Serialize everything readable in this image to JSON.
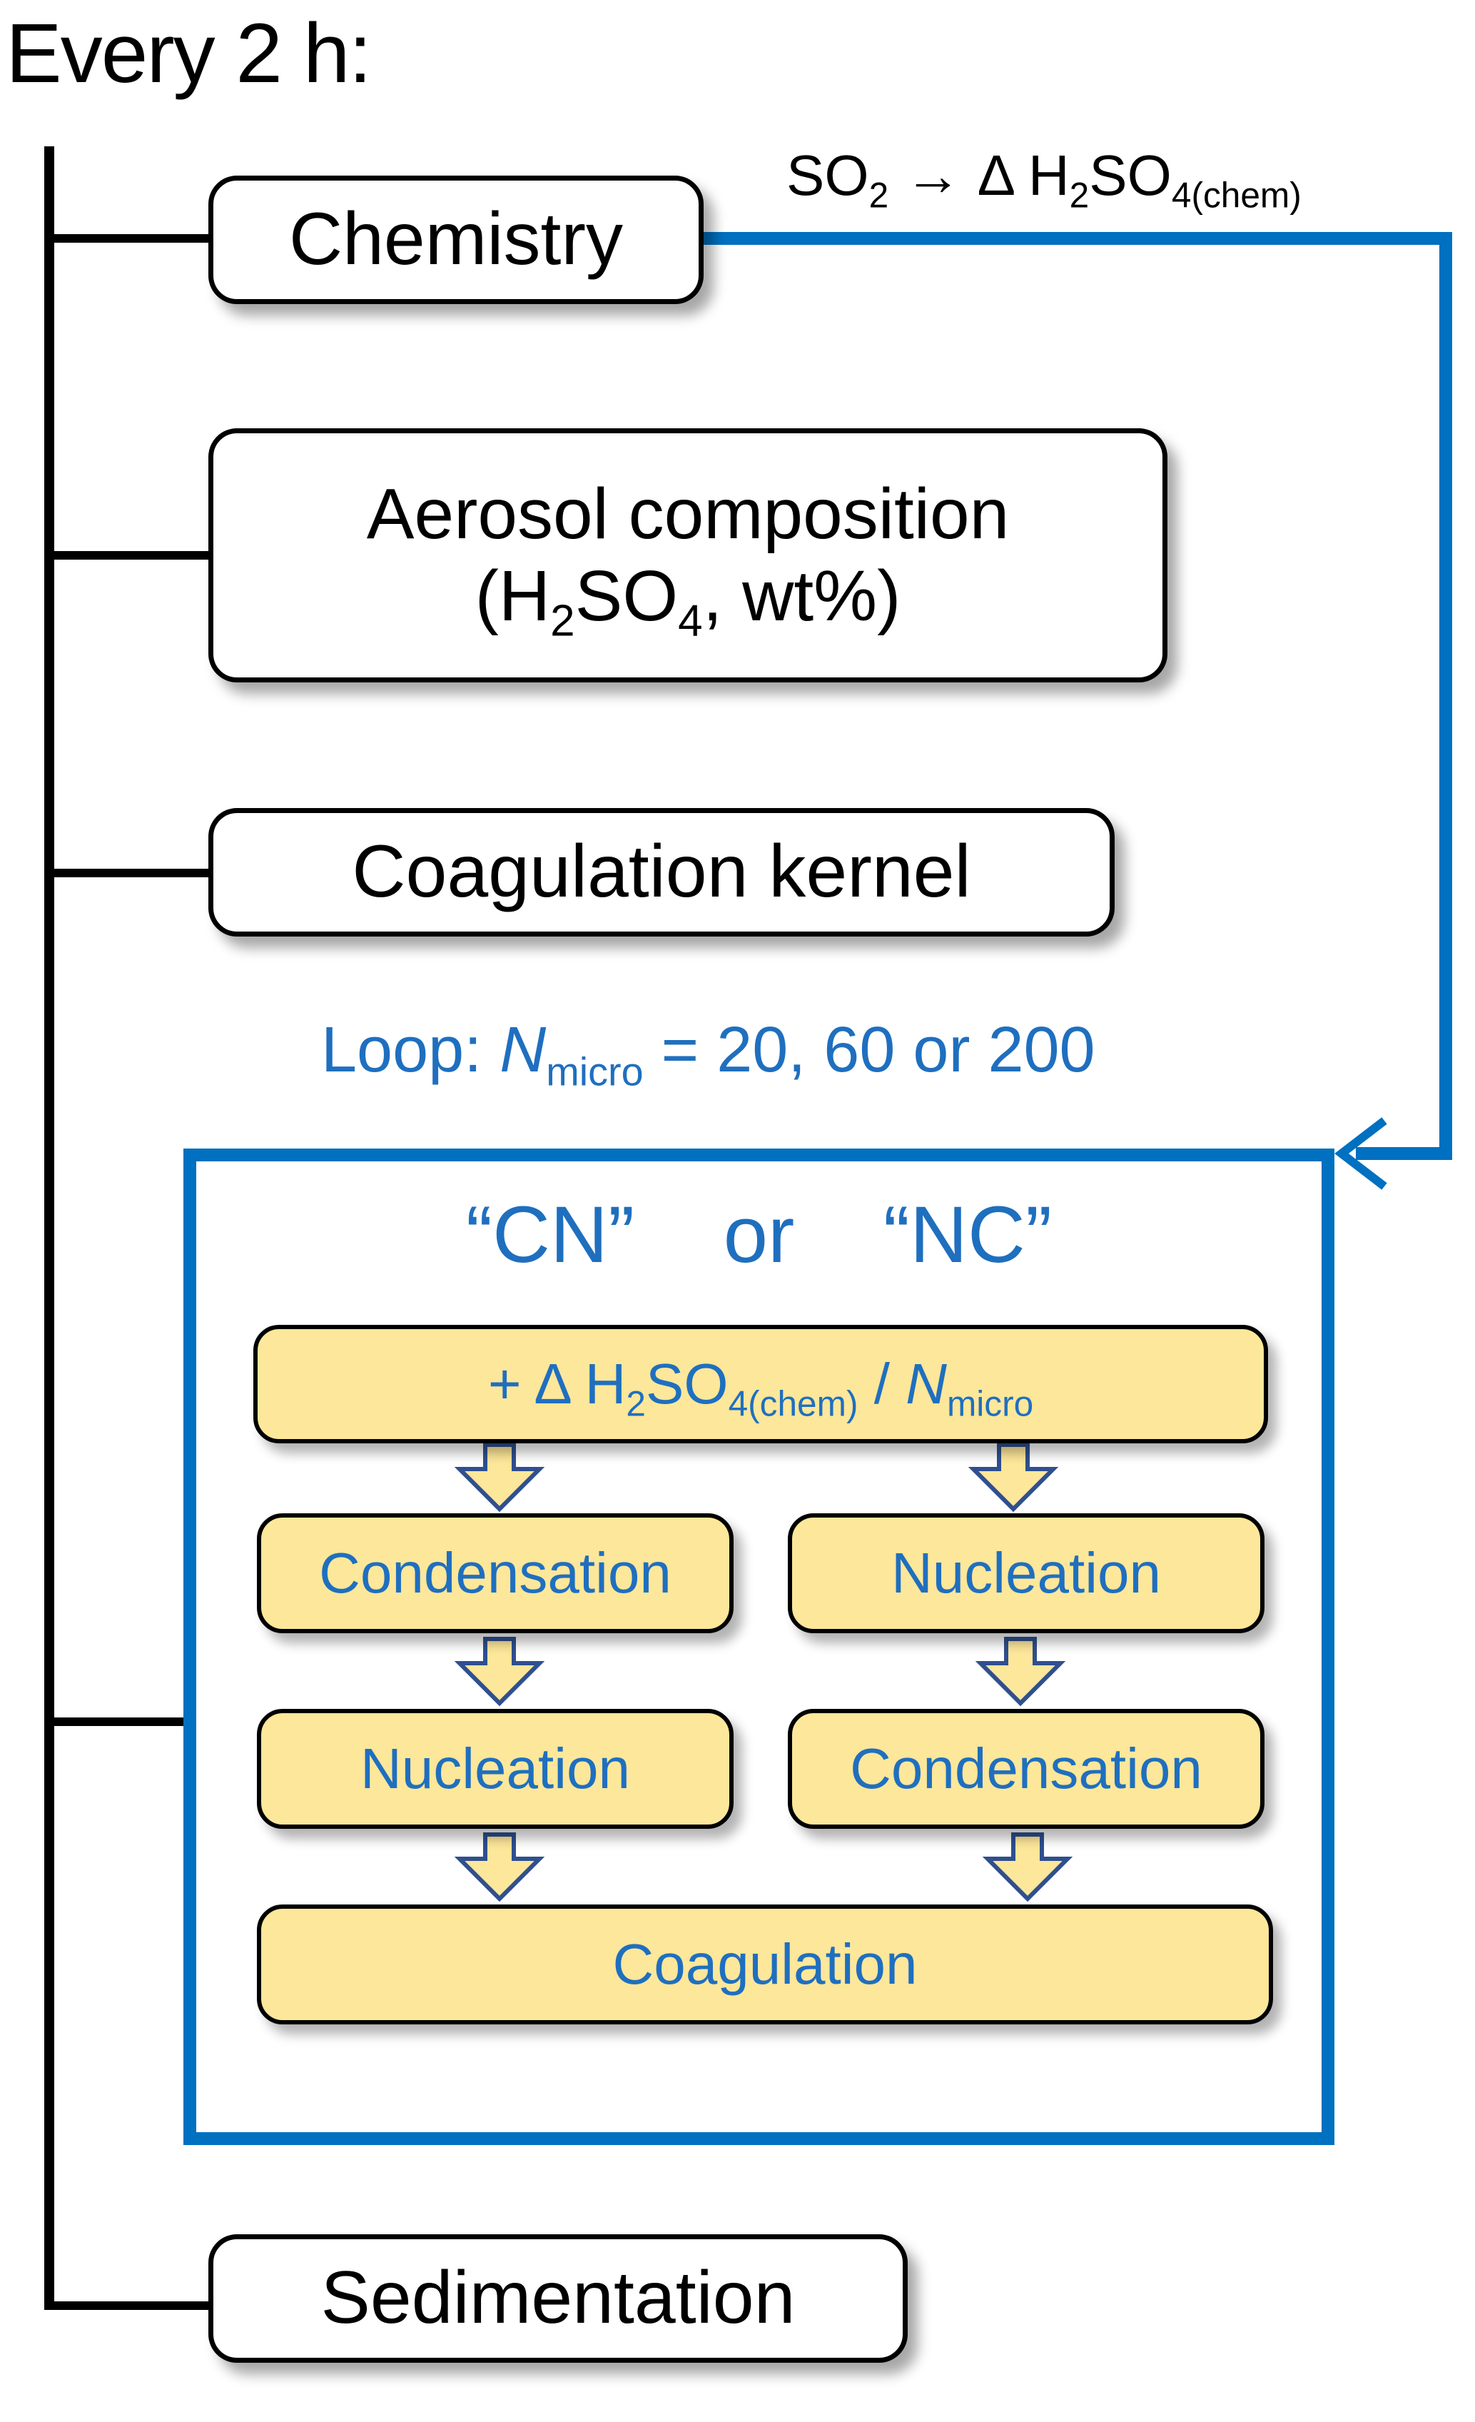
{
  "title": "Every 2 h:",
  "colors": {
    "loop_blue": "#0070c0",
    "text_blue": "#1f6fbf",
    "step_fill": "#fde79a",
    "arrow_outline": "#2f4f8f"
  },
  "steps": {
    "chemistry": "Chemistry",
    "aerosol_line1": "Aerosol composition",
    "aerosol_line2_pre": "(H",
    "aerosol_line2_sub1": "2",
    "aerosol_line2_mid": "SO",
    "aerosol_line2_sub2": "4",
    "aerosol_line2_post": ", wt%)",
    "coag_kernel": "Coagulation kernel",
    "sedimentation": "Sedimentation"
  },
  "reaction": {
    "so": "SO",
    "so_sub": "2",
    "arrow": "→ Δ H",
    "h_sub": "2",
    "so4": "SO",
    "so4_sub": "4(chem)"
  },
  "loop": {
    "prefix": "Loop: ",
    "n": "N",
    "n_sub": "micro",
    "suffix": " = 20, 60 or 200",
    "orders": "“CN”    or    “NC”",
    "add_pre": "+ Δ H",
    "add_sub1": "2",
    "add_mid": "SO",
    "add_sub2": "4(chem)",
    "add_div": " / ",
    "add_n": "N",
    "add_n_sub": "micro",
    "cn_first": "Condensation",
    "cn_second": "Nucleation",
    "nc_first": "Nucleation",
    "nc_second": "Condensation",
    "coagulation": "Coagulation"
  }
}
